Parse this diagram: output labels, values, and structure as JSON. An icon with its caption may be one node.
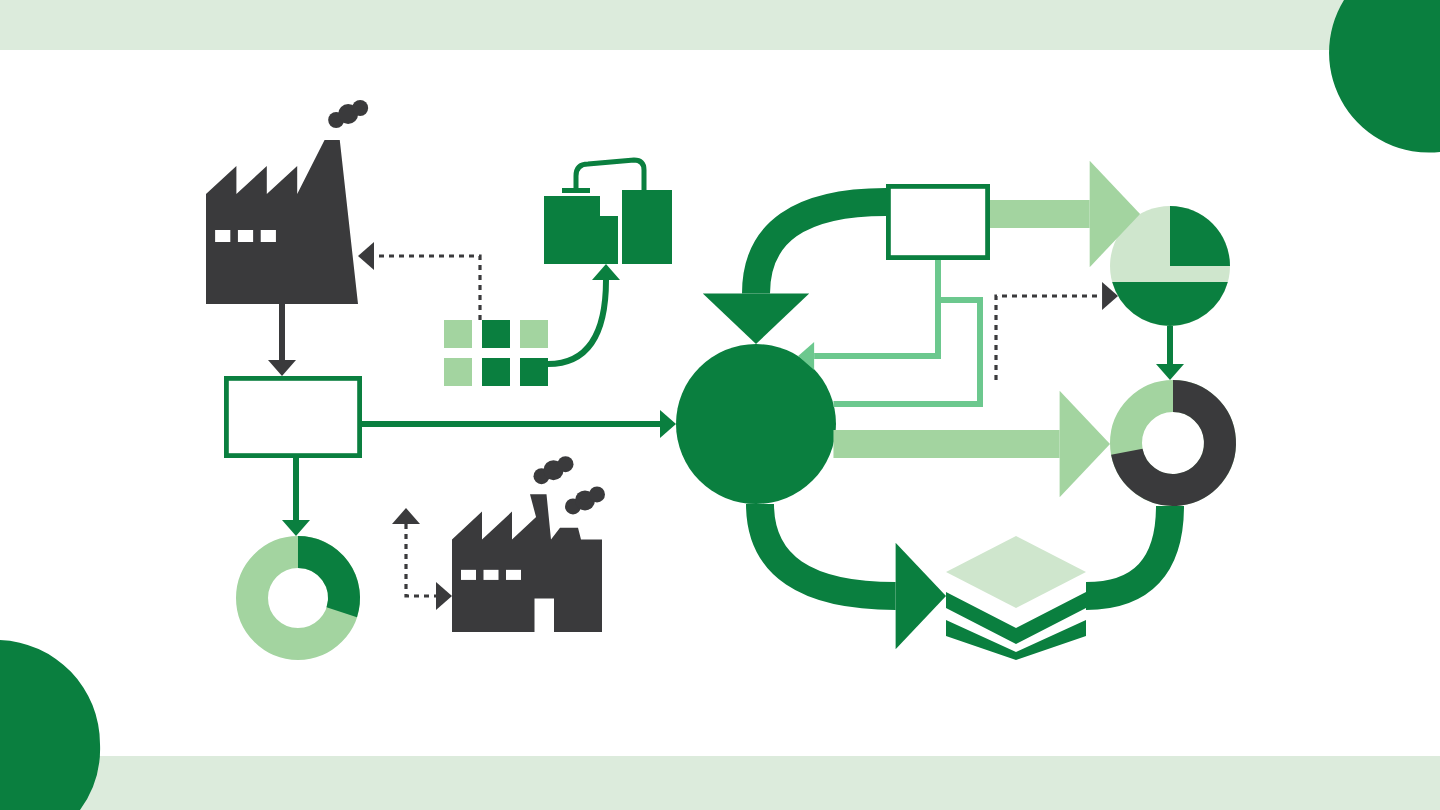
{
  "diagram": {
    "nodes": [
      {
        "text": [],
        "shape": "factory"
      },
      {
        "text": [],
        "shape": "grid"
      },
      {
        "text": [],
        "shape": "tanks"
      },
      {
        "text": [],
        "shape": "box"
      },
      {
        "text": [],
        "shape": "donut"
      },
      {
        "text": [],
        "shape": "factory"
      },
      {
        "text": [],
        "shape": "circle"
      },
      {
        "text": [],
        "shape": "box"
      },
      {
        "text": [],
        "shape": "pie"
      },
      {
        "text": [],
        "shape": "donut"
      },
      {
        "text": [],
        "shape": "layers"
      }
    ],
    "edges": [
      {
        "from": 0,
        "to": 3,
        "arrow": "to",
        "color": "#3a3a3c"
      },
      {
        "from": 1,
        "to": 0,
        "arrow": "to",
        "style": "dashed",
        "color": "#3a3a3c"
      },
      {
        "from": 1,
        "to": 2,
        "arrow": "to"
      },
      {
        "from": 3,
        "to": 6,
        "arrow": "to"
      },
      {
        "from": 3,
        "to": 4,
        "arrow": "to"
      },
      {
        "from": null,
        "to": 5,
        "arrow": "both",
        "style": "dashed",
        "color": "#3a3a3c"
      },
      {
        "from": 7,
        "to": 6,
        "arrow": "to",
        "style": "thick"
      },
      {
        "from": 7,
        "to": 8,
        "arrow": "to",
        "style": "thick",
        "color": "#a3d4a0"
      },
      {
        "from": 7,
        "to": 6,
        "arrow": "to",
        "color": "#6cc88e"
      },
      {
        "from": 6,
        "to": 7,
        "arrow": "none",
        "color": "#6cc88e"
      },
      {
        "from": null,
        "to": 8,
        "arrow": "to",
        "style": "dashed",
        "color": "#3a3a3c"
      },
      {
        "from": 8,
        "to": 9,
        "arrow": "to"
      },
      {
        "from": 6,
        "to": 9,
        "arrow": "to",
        "style": "thick",
        "color": "#a3d4a0"
      },
      {
        "from": 6,
        "to": 10,
        "arrow": "to",
        "style": "thick"
      },
      {
        "from": 10,
        "to": 9,
        "arrow": "none",
        "style": "thick"
      }
    ]
  }
}
